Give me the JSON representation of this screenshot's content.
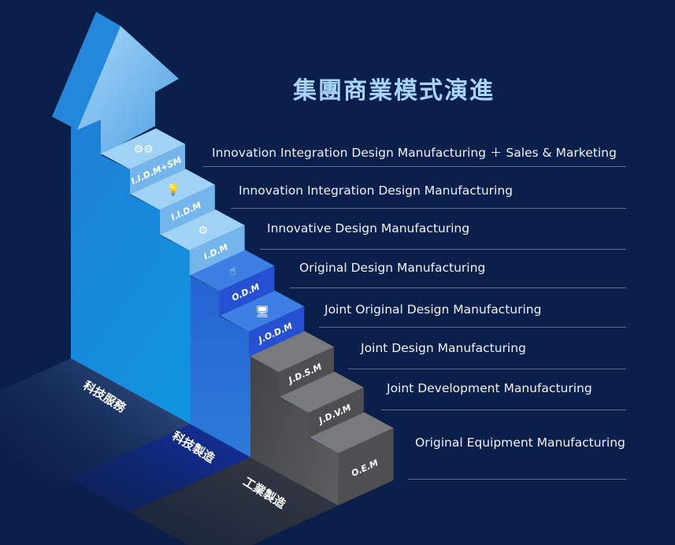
{
  "title": "集團商業模式演進",
  "colors": {
    "background": "#0b1f4b",
    "title": "#a8d4f8",
    "light_blue_step": "#7dbdee",
    "deep_blue_step": "#2b5fd6",
    "gray_step": "#5a5a5a"
  },
  "steps": [
    {
      "code": "I.I.D.M+SM",
      "description": "Innovation Integration Design Manufacturing ＋ Sales & Marketing",
      "icon": "gears-icon",
      "tone": "light"
    },
    {
      "code": "I.I.D.M",
      "description": "Innovation Integration Design Manufacturing",
      "icon": "lightbulb-icon",
      "tone": "light"
    },
    {
      "code": "I.D.M",
      "description": "Innovative Design Manufacturing",
      "icon": "gear-conveyor-icon",
      "tone": "light"
    },
    {
      "code": "O.D.M",
      "description": "Original Design Manufacturing",
      "icon": "hand-touch-icon",
      "tone": "deep"
    },
    {
      "code": "J.O.D.M",
      "description": "Joint Original Design Manufacturing",
      "icon": "monitor-chart-icon",
      "tone": "deep"
    },
    {
      "code": "J.D.S.M",
      "description": "Joint Design Manufacturing",
      "icon": "",
      "tone": "gray"
    },
    {
      "code": "J.D.V.M",
      "description": "Joint Development Manufacturing",
      "icon": "",
      "tone": "gray"
    },
    {
      "code": "O.E.M",
      "description": "Original Equipment Manufacturing",
      "icon": "",
      "tone": "gray"
    }
  ],
  "floor_labels": [
    "科技服務",
    "科技製造",
    "工業製造"
  ]
}
